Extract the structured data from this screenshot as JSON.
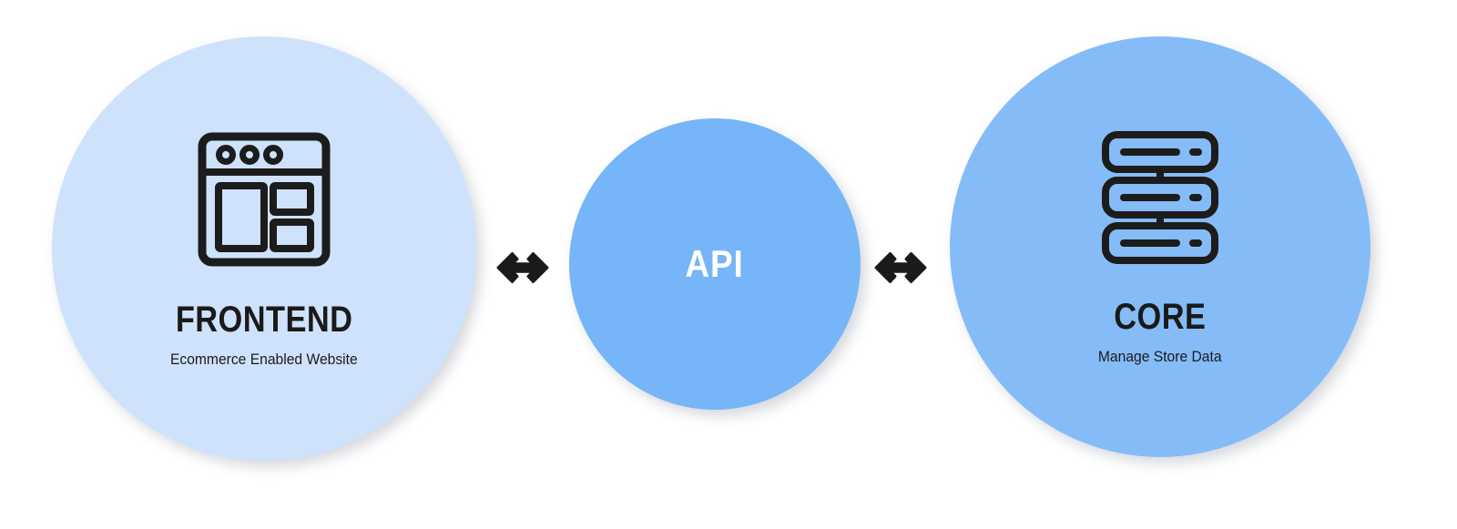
{
  "diagram": {
    "title": "Frontend / API / Core architecture",
    "background_color": "#ffffff",
    "nodes": [
      {
        "id": "frontend",
        "title": "FRONTEND",
        "subtitle": "Ecommerce Enabled Website",
        "icon": "browser-window-icon",
        "fill_color": "#cfe2fb",
        "text_color": "#1a1a1a"
      },
      {
        "id": "api",
        "title": "API",
        "subtitle": "",
        "icon": "",
        "fill_color": "#76b5f7",
        "text_color": "#ffffff"
      },
      {
        "id": "core",
        "title": "CORE",
        "subtitle": "Manage Store Data",
        "icon": "server-rack-icon",
        "fill_color": "#85bcf8",
        "text_color": "#1a1a1a"
      }
    ],
    "connectors": [
      {
        "id": "frontend-api",
        "glyph": "↔",
        "icon": "bidirectional-arrow-icon",
        "color": "#1a1a1a",
        "from": "frontend",
        "to": "api"
      },
      {
        "id": "api-core",
        "glyph": "↔",
        "icon": "bidirectional-arrow-icon",
        "color": "#1a1a1a",
        "from": "api",
        "to": "core"
      }
    ]
  }
}
